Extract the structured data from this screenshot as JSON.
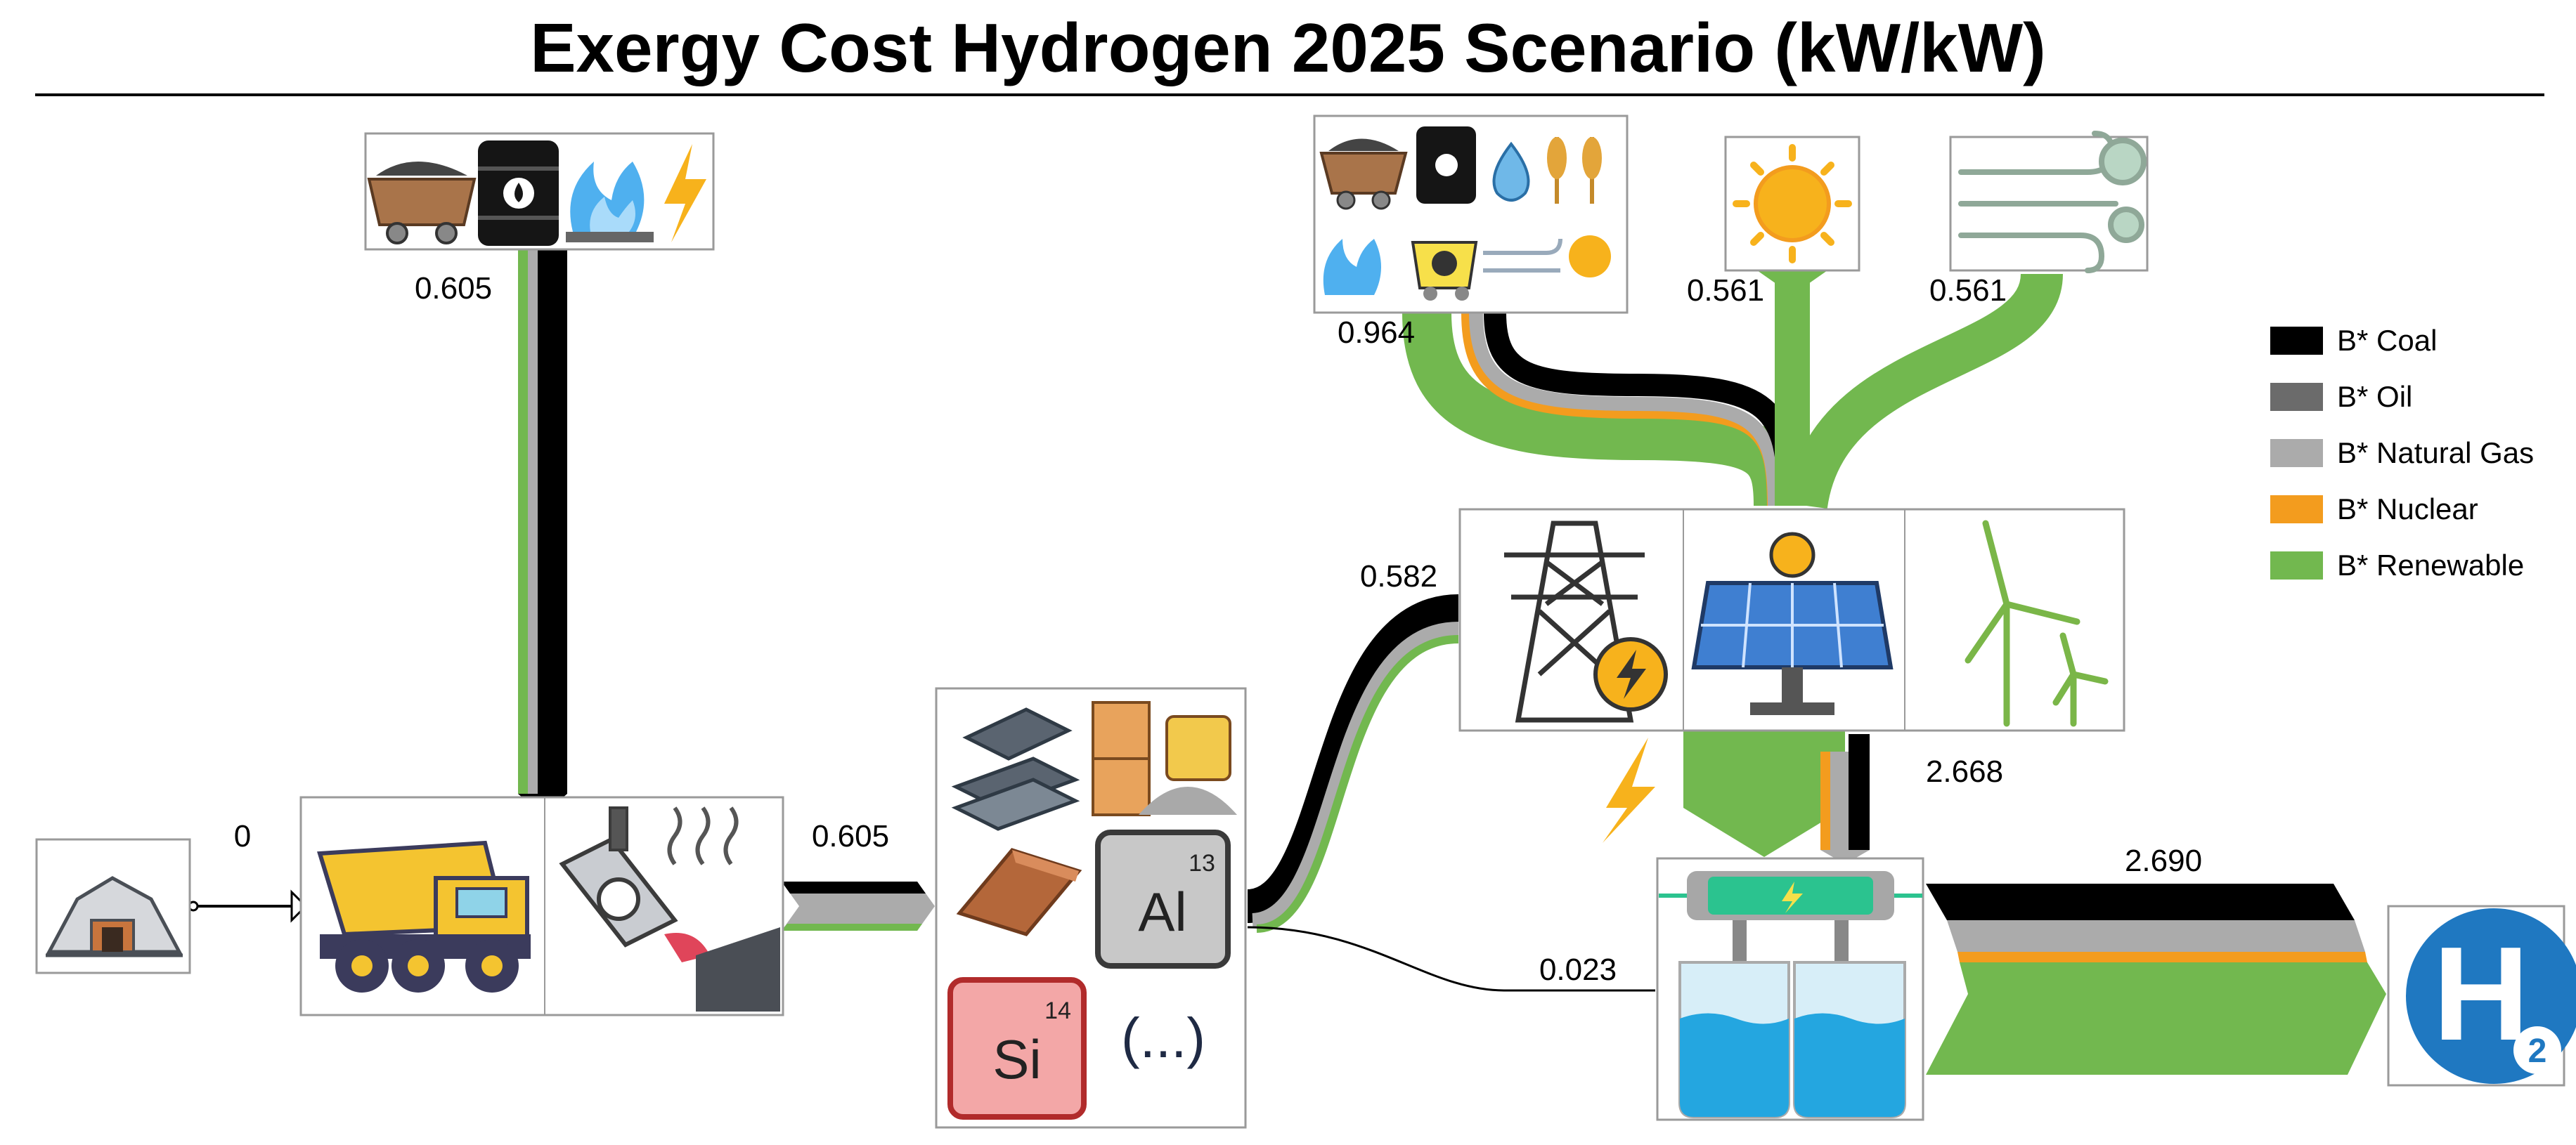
{
  "title": "Exergy Cost Hydrogen 2025 Scenario (kW/kW)",
  "flow_labels": {
    "mine_to_mining": "0",
    "fossil_top_to_mining": "0.605",
    "mining_to_materials": "0.605",
    "energy_mix_to_power": "0.964",
    "solar_to_power": "0.561",
    "wind_to_power": "0.561",
    "materials_to_power": "0.582",
    "power_to_electrolyzer": "2.668",
    "materials_to_electrolyzer": "0.023",
    "electrolyzer_to_h2": "2.690"
  },
  "legend": [
    {
      "label": "B* Coal",
      "color": "#000000"
    },
    {
      "label": "B* Oil",
      "color": "#6b6b6b"
    },
    {
      "label": "B* Natural Gas",
      "color": "#ababab"
    },
    {
      "label": "B* Nuclear",
      "color": "#f39c1e"
    },
    {
      "label": "B* Renewable",
      "color": "#72b84f"
    }
  ],
  "h2_symbol": {
    "letter": "H",
    "subscript": "2"
  },
  "materials_symbols": {
    "aluminium_symbol": "Al",
    "aluminium_number": "13",
    "silicon_symbol": "Si",
    "silicon_number": "14",
    "more": "(...)"
  },
  "colors": {
    "coal": "#000000",
    "oil": "#6b6b6b",
    "gas": "#ababab",
    "nuclear": "#f39c1e",
    "renewable": "#72b84f",
    "h2_blue": "#1f78c1"
  }
}
